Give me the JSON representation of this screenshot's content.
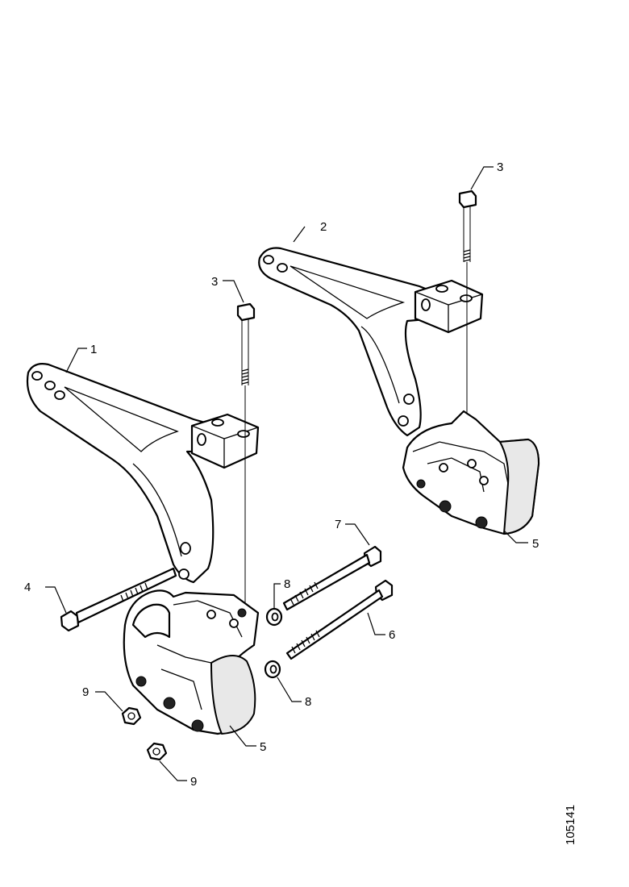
{
  "callouts": {
    "c1": "1",
    "c2": "2",
    "c3a": "3",
    "c3b": "3",
    "c4": "4",
    "c5a": "5",
    "c5b": "5",
    "c6": "6",
    "c7": "7",
    "c8a": "8",
    "c8b": "8",
    "c9a": "9",
    "c9b": "9"
  },
  "figure_ref": "105141"
}
